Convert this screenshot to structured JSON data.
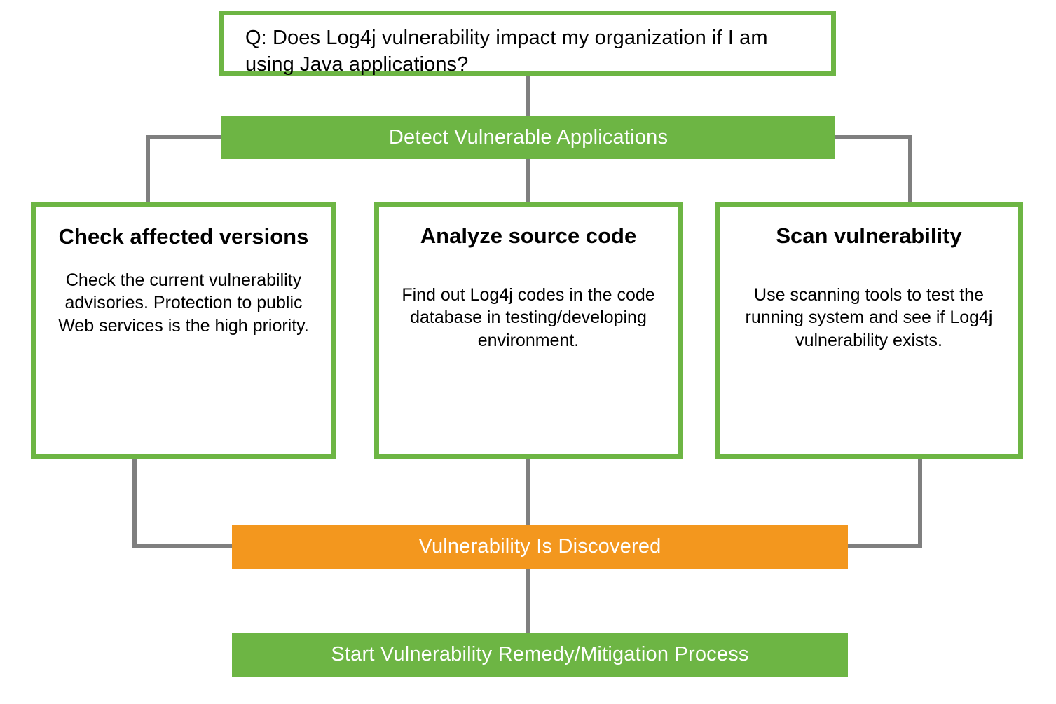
{
  "diagram": {
    "title": "Log4j vulnerability impact assessment flowchart",
    "colors": {
      "green": "#6DB544",
      "orange": "#F3971E",
      "connector": "#7F7F7F",
      "text_dark": "#000000",
      "text_light": "#FFFFFF",
      "background": "#FFFFFF"
    }
  },
  "question": {
    "text": "Q: Does Log4j vulnerability impact my organization if I am using Java applications?"
  },
  "header_bar": {
    "label": "Detect Vulnerable Applications"
  },
  "branches": [
    {
      "title": "Check affected versions",
      "body": "Check the current vulnerability advisories. Protection to public Web services is the high priority."
    },
    {
      "title": "Analyze source code",
      "body": "Find out Log4j codes in the code database in testing/developing environment."
    },
    {
      "title": "Scan vulnerability",
      "body": "Use scanning tools to test the running system and see if Log4j vulnerability exists."
    }
  ],
  "discovered_bar": {
    "label": "Vulnerability Is Discovered"
  },
  "remedy_bar": {
    "label": "Start Vulnerability Remedy/Mitigation Process"
  }
}
